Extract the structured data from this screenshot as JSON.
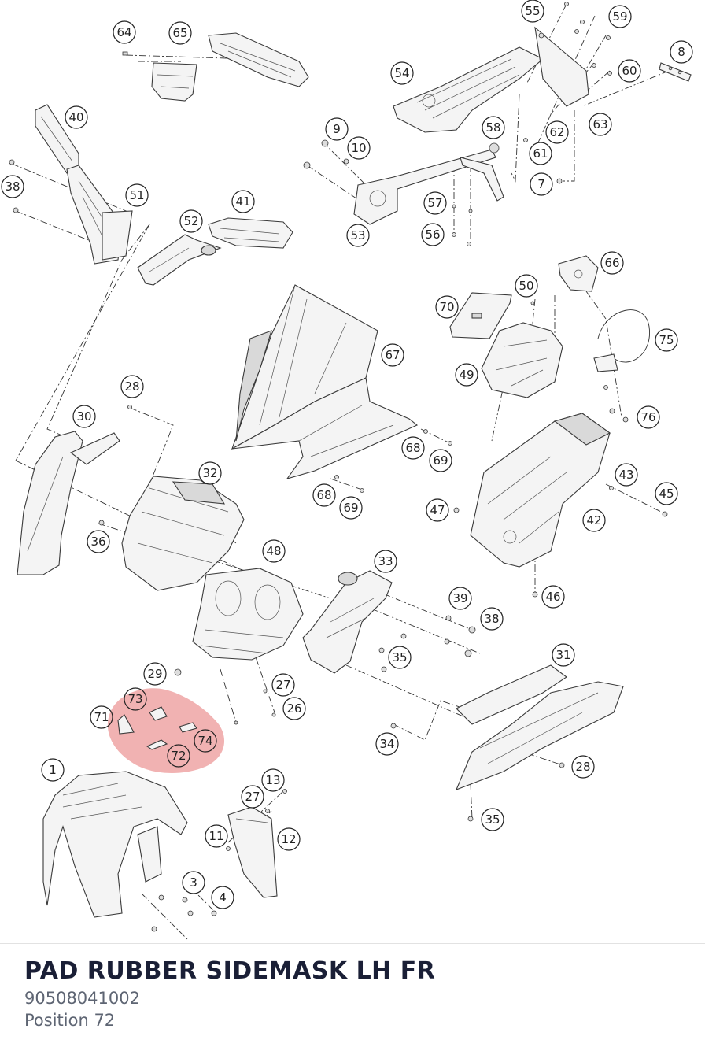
{
  "diagram": {
    "highlighted_group": [
      "71",
      "72",
      "73",
      "74"
    ],
    "highlight_color": "#e05555",
    "callouts": [
      "1",
      "3",
      "4",
      "7",
      "8",
      "9",
      "10",
      "11",
      "12",
      "13",
      "26",
      "27",
      "27",
      "28",
      "28",
      "29",
      "30",
      "31",
      "32",
      "33",
      "34",
      "35",
      "35",
      "36",
      "38",
      "38",
      "39",
      "40",
      "41",
      "42",
      "43",
      "45",
      "46",
      "47",
      "48",
      "49",
      "50",
      "51",
      "52",
      "53",
      "54",
      "55",
      "56",
      "57",
      "58",
      "59",
      "60",
      "61",
      "62",
      "63",
      "64",
      "65",
      "66",
      "67",
      "68",
      "68",
      "69",
      "69",
      "70",
      "71",
      "72",
      "73",
      "74",
      "75",
      "76"
    ]
  },
  "part": {
    "name": "PAD RUBBER SIDEMASK LH FR",
    "number": "90508041002",
    "position": "Position 72"
  }
}
